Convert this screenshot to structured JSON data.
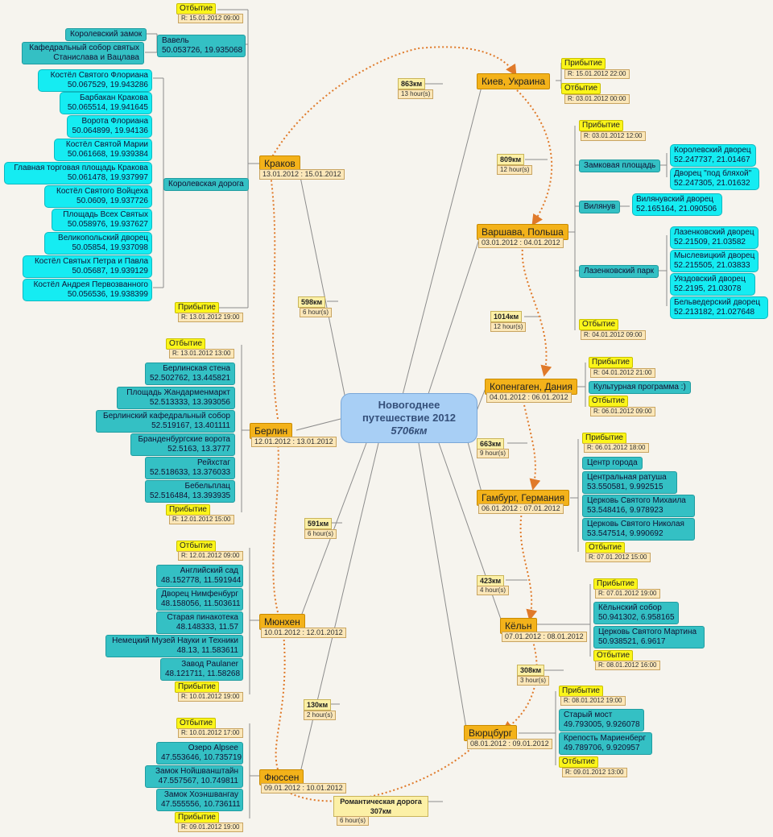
{
  "central": {
    "line1": "Новогоднее",
    "line2": "путешествие 2012",
    "total": "5706км"
  },
  "cities": {
    "krakow": {
      "name": "Краков",
      "dates": "13.01.2012 : 15.01.2012"
    },
    "kiev": {
      "name": "Киев, Украина",
      "dates": ""
    },
    "warsaw": {
      "name": "Варшава, Польша",
      "dates": "03.01.2012 : 04.01.2012"
    },
    "copenhagen": {
      "name": "Копенгаген, Дания",
      "dates": "04.01.2012 : 06.01.2012"
    },
    "hamburg": {
      "name": "Гамбург, Германия",
      "dates": "06.01.2012 : 07.01.2012"
    },
    "cologne": {
      "name": "Кёльн",
      "dates": "07.01.2012 : 08.01.2012"
    },
    "wurzburg": {
      "name": "Вюрцбург",
      "dates": "08.01.2012 : 09.01.2012"
    },
    "fussen": {
      "name": "Фюссен",
      "dates": "09.01.2012 : 10.01.2012"
    },
    "munich": {
      "name": "Мюнхен",
      "dates": "10.01.2012 : 12.01.2012"
    },
    "berlin": {
      "name": "Берлин",
      "dates": "12.01.2012 : 13.01.2012"
    }
  },
  "labels": {
    "departure": "Отбытие",
    "arrival": "Прибытие"
  },
  "times": {
    "krakow_dep": "R: 15.01.2012 09:00",
    "krakow_arr": "R: 13.01.2012 19:00",
    "kiev_arr": "R: 15.01.2012 22:00",
    "kiev_dep": "R: 03.01.2012 00:00",
    "warsaw_arr": "R: 03.01.2012 12:00",
    "warsaw_dep": "R: 04.01.2012 09:00",
    "copenhagen_arr": "R: 04.01.2012 21:00",
    "copenhagen_dep": "R: 06.01.2012 09:00",
    "hamburg_arr": "R: 06.01.2012 18:00",
    "hamburg_dep": "R: 07.01.2012 15:00",
    "cologne_arr": "R: 07.01.2012 19:00",
    "cologne_dep": "R: 08.01.2012 16:00",
    "wurzburg_arr": "R: 08.01.2012 19:00",
    "wurzburg_dep": "R: 09.01.2012 13:00",
    "berlin_dep": "R: 13.01.2012 13:00",
    "berlin_arr": "R: 12.01.2012 15:00",
    "munich_dep": "R: 12.01.2012 09:00",
    "munich_arr": "R: 10.01.2012 19:00",
    "fussen_dep": "R: 10.01.2012 17:00",
    "fussen_arr": "R: 09.01.2012 19:00"
  },
  "krakow": {
    "wawel": {
      "name": "Вавель",
      "coords": "50.053726, 19.935068"
    },
    "castle": "Королевский замок",
    "cathedral": {
      "l1": "Кафедральный собор святых",
      "l2": "Станислава и Вацлава"
    },
    "royal_road": "Королевская дорога",
    "road_sites": [
      {
        "name": "Костёл Святого Флориана",
        "coords": "50.067529, 19.943286"
      },
      {
        "name": "Барбакан Кракова",
        "coords": "50.065514, 19.941645"
      },
      {
        "name": "Ворота Флориана",
        "coords": "50.064899, 19.94136"
      },
      {
        "name": "Костёл Святой Марии",
        "coords": "50.061668, 19.939384"
      },
      {
        "name": "Главная торговая площадь Кракова",
        "coords": "50.061478, 19.937997"
      },
      {
        "name": "Костёл Святого Войцеха",
        "coords": "50.0609, 19.937726"
      },
      {
        "name": "Площадь Всех Святых",
        "coords": "50.058976, 19.937627"
      },
      {
        "name": "Великопольский дворец",
        "coords": "50.05854, 19.937098"
      },
      {
        "name": "Костёл Святых Петра и Павла",
        "coords": "50.05687, 19.939129"
      },
      {
        "name": "Костёл Андрея Первозванного",
        "coords": "50.056536, 19.938399"
      }
    ]
  },
  "warsaw": {
    "castle_square": "Замковая площадь",
    "royal_palace": {
      "name": "Королевский дворец",
      "coords": "52.247737, 21.01467"
    },
    "tin_roof": {
      "name": "Дворец \"под бляхой\"",
      "coords": "52.247305, 21.01632"
    },
    "wilanow": "Вилянув",
    "wilanow_palace": {
      "name": "Вилянувский дворец",
      "coords": "52.165164, 21.090506"
    },
    "lazienki_park": "Лазенковский парк",
    "lazienki": [
      {
        "name": "Лазенковский дворец",
        "coords": "52.21509, 21.03582"
      },
      {
        "name": "Мыслевицкий дворец",
        "coords": "52.215505, 21.03833"
      },
      {
        "name": "Уяздовский дворец",
        "coords": "52.2195, 21.03078"
      },
      {
        "name": "Бельведерский дворец",
        "coords": "52.213182, 21.027648"
      }
    ]
  },
  "copenhagen": {
    "culture": "Культурная программа :)"
  },
  "hamburg": {
    "center": "Центр города",
    "sites": [
      {
        "name": "Центральная ратуша",
        "coords": "53.550581, 9.992515"
      },
      {
        "name": "Церковь Святого Михаила",
        "coords": "53.548416, 9.978923"
      },
      {
        "name": "Церковь Святого Николая",
        "coords": "53.547514, 9.990692"
      }
    ]
  },
  "cologne": {
    "sites": [
      {
        "name": "Кёльнский собор",
        "coords": "50.941302, 6.958165"
      },
      {
        "name": "Церковь Святого Мартина",
        "coords": "50.938521, 6.9617"
      }
    ]
  },
  "wurzburg": {
    "sites": [
      {
        "name": "Старый мост",
        "coords": "49.793005, 9.926078"
      },
      {
        "name": "Крепость Мариенберг",
        "coords": "49.789706, 9.920957"
      }
    ]
  },
  "berlin": {
    "sites": [
      {
        "name": "Берлинская стена",
        "coords": "52.502762, 13.445821"
      },
      {
        "name": "Площадь Жандарменмаркт",
        "coords": "52.513333, 13.393056"
      },
      {
        "name": "Берлинский кафедральный собор",
        "coords": "52.519167, 13.401111"
      },
      {
        "name": "Бранденбургские ворота",
        "coords": "52.5163, 13.3777"
      },
      {
        "name": "Рейхстаг",
        "coords": "52.518633, 13.376033"
      },
      {
        "name": "Бебельплац",
        "coords": "52.516484, 13.393935"
      }
    ]
  },
  "munich": {
    "sites": [
      {
        "name": "Английский сад",
        "coords": "48.152778, 11.591944"
      },
      {
        "name": "Дворец Нимфенбург",
        "coords": "48.158056, 11.503611"
      },
      {
        "name": "Старая пинакотека",
        "coords": "48.148333, 11.57"
      },
      {
        "name": "Немецкий Музей Науки и Техники",
        "coords": "48.13, 11.583611"
      },
      {
        "name": "Завод Paulaner",
        "coords": "48.121711, 11.58268"
      }
    ]
  },
  "fussen": {
    "sites": [
      {
        "name": "Озеро Alpsee",
        "coords": "47.553646, 10.735719"
      },
      {
        "name": "Замок Нойшванштайн",
        "coords": "47.557567, 10.749811"
      },
      {
        "name": "Замок Хоэншвангау",
        "coords": "47.555556, 10.736111"
      }
    ]
  },
  "legs": {
    "krakow_kiev": {
      "km": "863км",
      "hours": "13 hour(s)"
    },
    "kiev_warsaw": {
      "km": "809км",
      "hours": "12 hour(s)"
    },
    "warsaw_copenhagen": {
      "km": "1014км",
      "hours": "12 hour(s)"
    },
    "copenhagen_hamburg": {
      "km": "663км",
      "hours": "9 hour(s)"
    },
    "hamburg_cologne": {
      "km": "423км",
      "hours": "4 hour(s)"
    },
    "cologne_wurzburg": {
      "km": "308км",
      "hours": "3 hour(s)"
    },
    "wurzburg_fussen": {
      "title": "Романтическая дорога",
      "km": "307км",
      "hours": "6 hour(s)"
    },
    "fussen_munich": {
      "km": "130км",
      "hours": "2 hour(s)"
    },
    "munich_berlin": {
      "km": "591км",
      "hours": "6 hour(s)"
    },
    "berlin_krakow": {
      "km": "598км",
      "hours": "6 hour(s)"
    }
  }
}
